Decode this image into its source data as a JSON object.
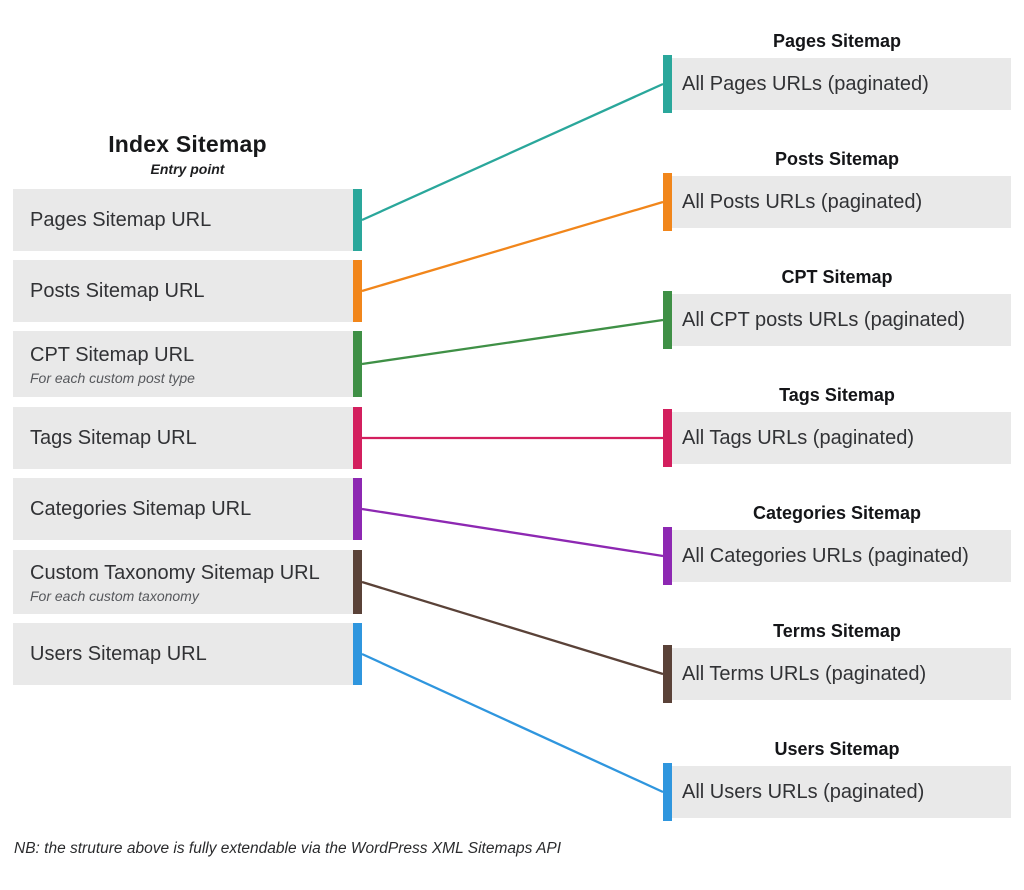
{
  "colors": {
    "box_bg": "#e9e9e9",
    "teal": "#2aa79b",
    "orange": "#f1861b",
    "green": "#3f9046",
    "crimson": "#d31f5e",
    "purple": "#8d28b2",
    "brown": "#5a4238",
    "blue": "#2f96de"
  },
  "index_sitemap": {
    "heading": "Index Sitemap",
    "subheading": "Entry point",
    "items": [
      {
        "label": "Pages Sitemap URL",
        "color": "#2aa79b"
      },
      {
        "label": "Posts Sitemap URL",
        "color": "#f1861b"
      },
      {
        "label": "CPT Sitemap URL",
        "note": "For each custom post type",
        "color": "#3f9046"
      },
      {
        "label": "Tags Sitemap URL",
        "color": "#d31f5e"
      },
      {
        "label": "Categories Sitemap URL",
        "color": "#8d28b2"
      },
      {
        "label": "Custom Taxonomy Sitemap URL",
        "note": "For each custom taxonomy",
        "color": "#5a4238"
      },
      {
        "label": "Users Sitemap URL",
        "color": "#2f96de"
      }
    ]
  },
  "sub_sitemaps": [
    {
      "heading": "Pages Sitemap",
      "label": "All Pages URLs (paginated)",
      "color": "#2aa79b"
    },
    {
      "heading": "Posts Sitemap",
      "label": "All Posts URLs (paginated)",
      "color": "#f1861b"
    },
    {
      "heading": "CPT Sitemap",
      "label": "All CPT posts URLs (paginated)",
      "color": "#3f9046"
    },
    {
      "heading": "Tags Sitemap",
      "label": "All Tags URLs (paginated)",
      "color": "#d31f5e"
    },
    {
      "heading": "Categories Sitemap",
      "label": "All Categories URLs (paginated)",
      "color": "#8d28b2"
    },
    {
      "heading": "Terms Sitemap",
      "label": "All Terms URLs (paginated)",
      "color": "#5a4238"
    },
    {
      "heading": "Users Sitemap",
      "label": "All Users URLs (paginated)",
      "color": "#2f96de"
    }
  ],
  "connections": [
    {
      "from": 0,
      "to": 0,
      "color": "#2aa79b"
    },
    {
      "from": 1,
      "to": 1,
      "color": "#f1861b"
    },
    {
      "from": 2,
      "to": 2,
      "color": "#3f9046"
    },
    {
      "from": 3,
      "to": 3,
      "color": "#d31f5e"
    },
    {
      "from": 4,
      "to": 4,
      "color": "#8d28b2"
    },
    {
      "from": 5,
      "to": 5,
      "color": "#5a4238"
    },
    {
      "from": 6,
      "to": 6,
      "color": "#2f96de"
    }
  ],
  "footnote": "NB: the struture above is fully extendable via the WordPress XML Sitemaps API"
}
